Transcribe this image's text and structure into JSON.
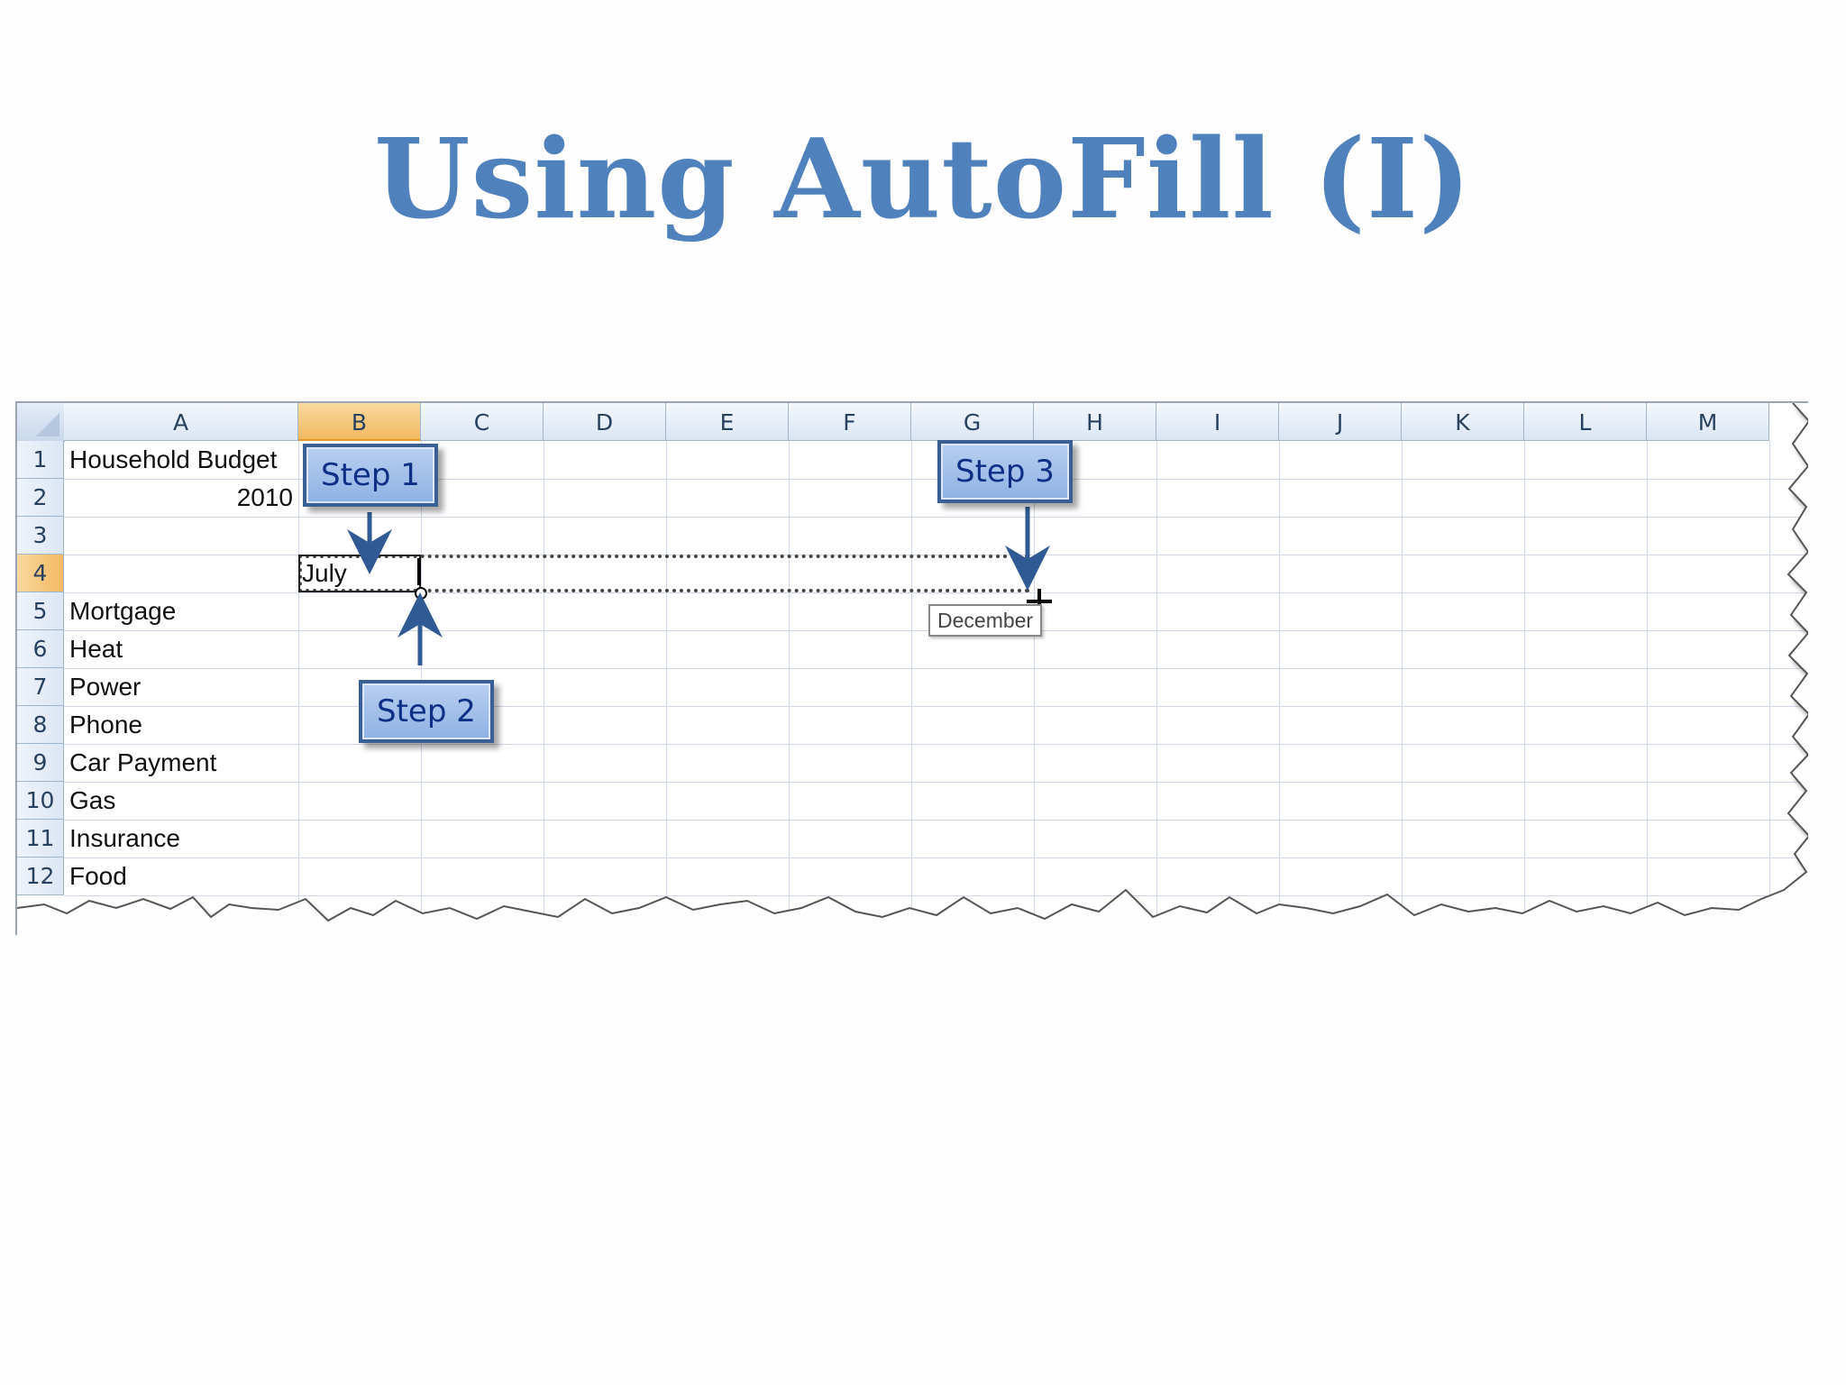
{
  "slide": {
    "title": "Using AutoFill (I)"
  },
  "spreadsheet": {
    "columns": [
      "A",
      "B",
      "C",
      "D",
      "E",
      "F",
      "G",
      "H",
      "I",
      "J",
      "K",
      "L",
      "M"
    ],
    "active_column": "B",
    "active_row": "4",
    "rows": [
      "1",
      "2",
      "3",
      "4",
      "5",
      "6",
      "7",
      "8",
      "9",
      "10",
      "11",
      "12"
    ],
    "cells": {
      "A1": "Household Budget",
      "A2": "2010",
      "B4": "July",
      "A5": "Mortgage",
      "A6": "Heat",
      "A7": "Power",
      "A8": "Phone",
      "A9": "Car Payment",
      "A10": "Gas",
      "A11": "Insurance",
      "A12": "Food"
    },
    "fill_tooltip": "December"
  },
  "callouts": {
    "step1": "Step 1",
    "step2": "Step 2",
    "step3": "Step 3"
  },
  "colors": {
    "title": "#4f81bd",
    "callout_text": "#0d2f86",
    "callout_border": "#3a5f94",
    "header_highlight": "#f2b861"
  }
}
